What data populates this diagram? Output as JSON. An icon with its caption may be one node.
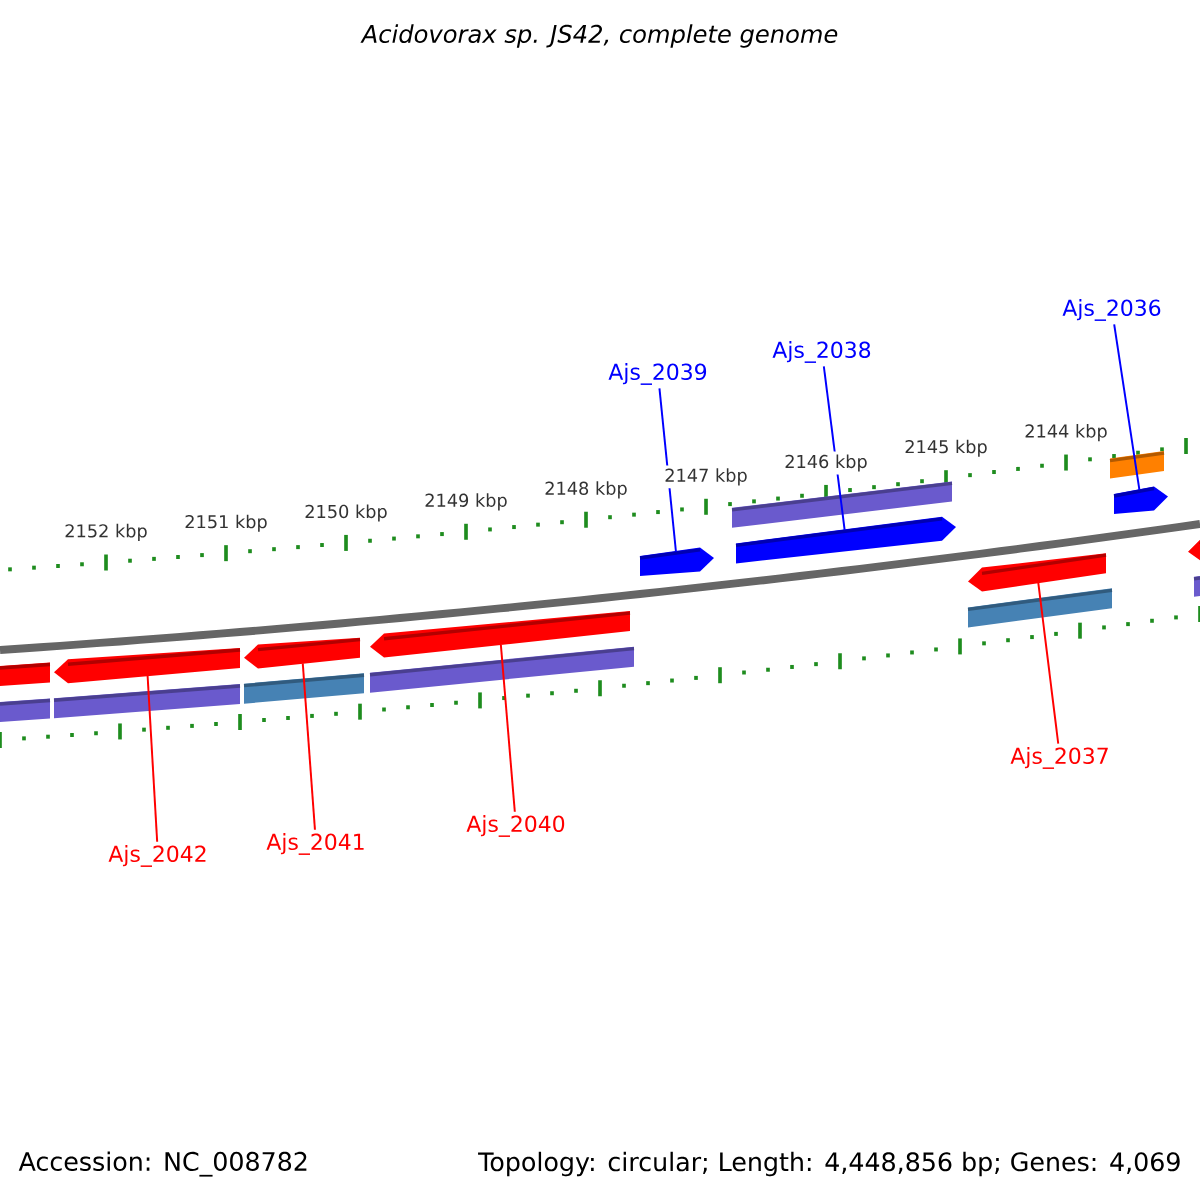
{
  "diagram": {
    "title": "*Acidovorax sp. JS42, complete genome*",
    "nodes": [
      {
        "text": [
          "Ajs_2036"
        ]
      },
      {
        "text": [
          "Ajs_2038"
        ]
      },
      {
        "text": [
          "Ajs_2039"
        ]
      },
      {
        "text": [
          "Ajs_2037"
        ]
      },
      {
        "text": [
          "Ajs_2040"
        ]
      },
      {
        "text": [
          "Ajs_2041"
        ]
      },
      {
        "text": [
          "Ajs_2042"
        ]
      },
      {
        "text": [],
        "shape": "arrow"
      },
      {
        "text": [],
        "shape": "arrow"
      },
      {
        "text": [],
        "shape": "arrow"
      },
      {
        "text": [],
        "shape": "arrow"
      },
      {
        "text": [],
        "shape": "arrow"
      },
      {
        "text": [],
        "shape": "arrow"
      },
      {
        "text": [],
        "shape": "arrow"
      }
    ],
    "edges": [
      {
        "from": 0,
        "to": 13,
        "arrow": "none",
        "color": "#0000ff"
      },
      {
        "from": 1,
        "to": 11,
        "arrow": "none",
        "color": "#0000ff"
      },
      {
        "from": 2,
        "to": 10,
        "arrow": "none",
        "color": "#0000ff"
      },
      {
        "from": 3,
        "to": 12,
        "arrow": "none"
      },
      {
        "from": 4,
        "to": 9,
        "arrow": "none"
      },
      {
        "from": 5,
        "to": 8,
        "arrow": "none"
      },
      {
        "from": 6,
        "to": 7,
        "arrow": "none"
      }
    ],
    "labels": [
      "2152 kbp",
      "2151 kbp",
      "2150 kbp",
      "2149 kbp",
      "2148 kbp",
      "2147 kbp",
      "2146 kbp",
      "2145 kbp",
      "2144 kbp",
      "Accession: NC_008782",
      "Topology: circular; Length: 4,448,856 bp; Genes: 4,069"
    ]
  }
}
